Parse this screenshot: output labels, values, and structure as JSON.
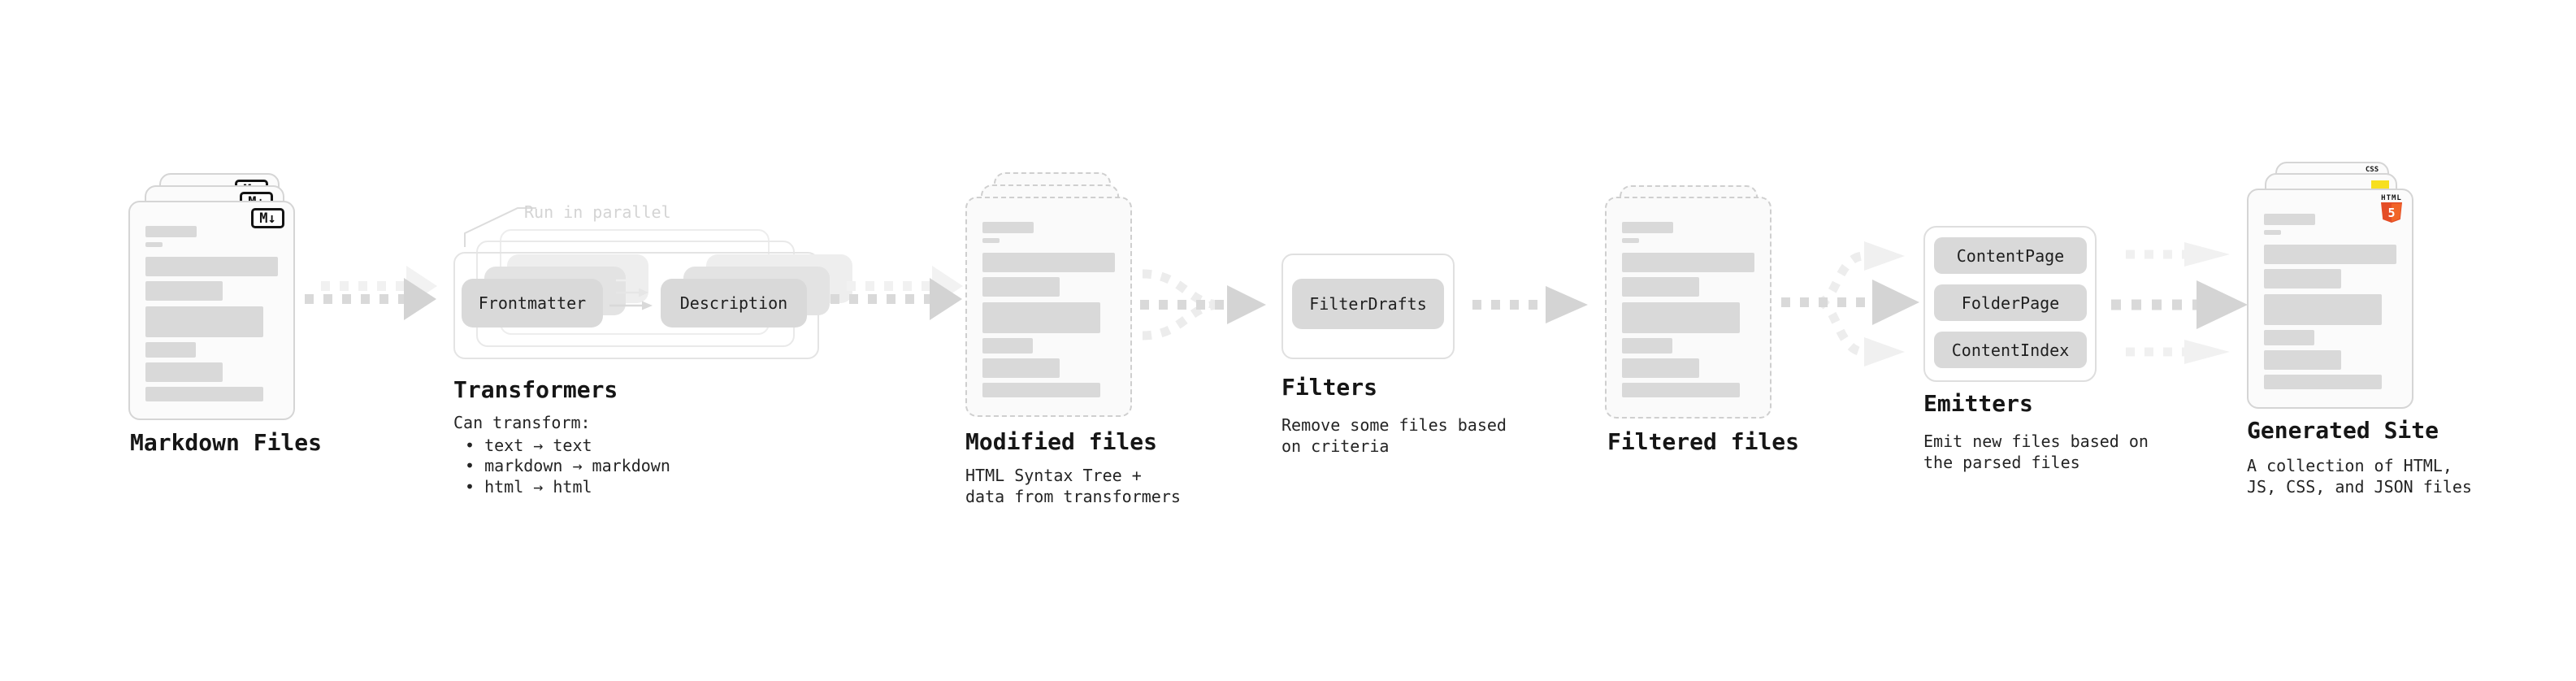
{
  "markdown": {
    "title": "Markdown Files",
    "badge": "M↓"
  },
  "transformers": {
    "note": "Run in parallel",
    "pill_frontmatter": "Frontmatter",
    "pill_description": "Description",
    "title": "Transformers",
    "desc": "Can transform:",
    "bullets": [
      "• text → text",
      "• markdown → markdown",
      "• html → html"
    ]
  },
  "modified": {
    "title": "Modified files",
    "desc_line1": "HTML Syntax Tree +",
    "desc_line2": "data from transformers"
  },
  "filters": {
    "pill": "FilterDrafts",
    "title": "Filters",
    "desc_line1": "Remove some files based",
    "desc_line2": "on criteria"
  },
  "filtered": {
    "title": "Filtered files"
  },
  "emitters": {
    "pills": [
      "ContentPage",
      "FolderPage",
      "ContentIndex"
    ],
    "title": "Emitters",
    "desc_line1": "Emit new files based on",
    "desc_line2": "the parsed files"
  },
  "generated": {
    "title": "Generated Site",
    "desc_line1": "A collection of HTML,",
    "desc_line2": "JS, CSS, and JSON files",
    "badge_css": "CSS",
    "badge_html": "HTML",
    "badge_html_number": "5"
  },
  "colors": {
    "doc_border": "#d5d5d5",
    "dashed_border": "#cfcfcf",
    "bar_fill": "#d9d9d9",
    "pill_fill": "#d9d9d9",
    "arrow_dark": "#d9d9d9",
    "arrow_light": "#f1f1f1",
    "note_gray": "#d4d4d4",
    "html5_orange": "#e44d26",
    "js_yellow": "#f7df1e",
    "css_blue": "#2965f1"
  }
}
